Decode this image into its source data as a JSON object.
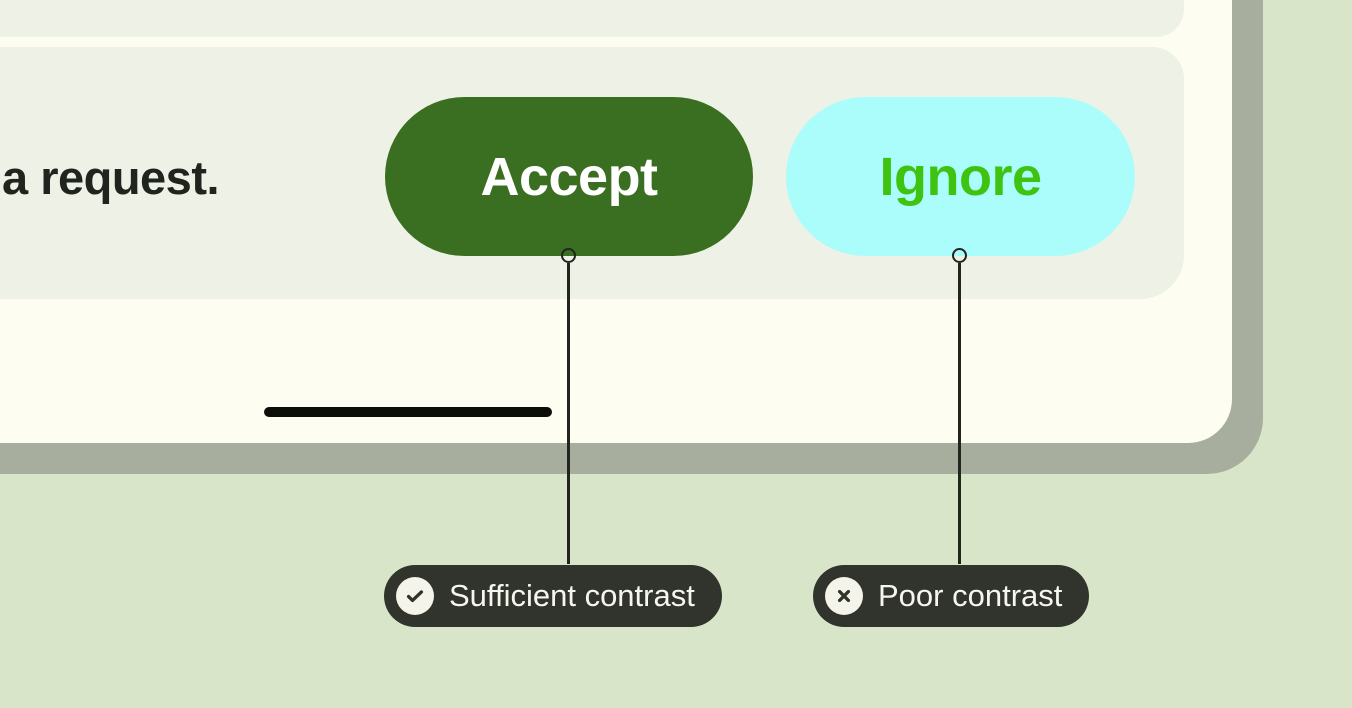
{
  "notification": {
    "message_fragment": "a request.",
    "actions": [
      {
        "label": "Accept"
      },
      {
        "label": "Ignore"
      }
    ]
  },
  "annotations": [
    {
      "icon": "check-icon",
      "label": "Sufficient contrast"
    },
    {
      "icon": "x-icon",
      "label": "Poor contrast"
    }
  ],
  "colors": {
    "page_background": "#d9e5c9",
    "device_frame": "#a8ae9e",
    "screen_background": "#fdfdf2",
    "card_background": "#eef1e6",
    "message_text": "#20241e",
    "accept_button_background": "#3a6e21",
    "accept_button_text": "#ffffff",
    "ignore_button_background": "#abfdfb",
    "ignore_button_text": "#3fc311",
    "home_indicator": "#0c0e08",
    "annotation_line": "#22251e",
    "callout_background": "#30342c",
    "callout_text": "#f7f6ee",
    "callout_icon_background": "#f5f4ea"
  }
}
